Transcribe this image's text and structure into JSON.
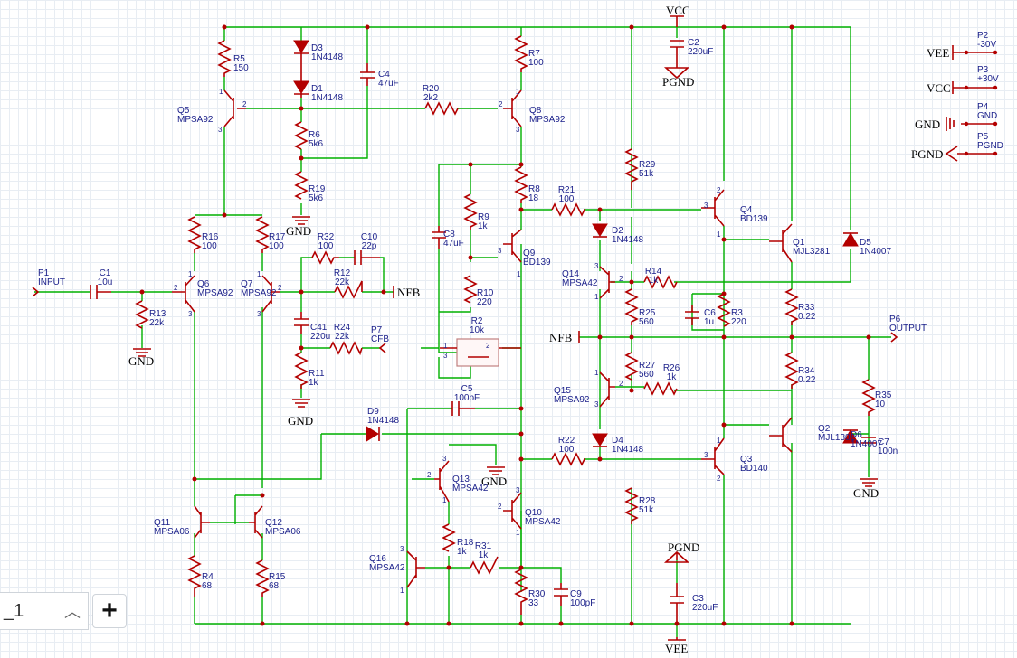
{
  "nets": {
    "vcc_top": "VCC",
    "vee_bottom": "VEE",
    "pgnd_c2": "PGND",
    "pgnd_c3": "PGND",
    "gnd_r19": "GND",
    "gnd_r13": "GND",
    "gnd_r11": "GND",
    "gnd_q13": "GND",
    "gnd_c7": "GND",
    "nfb_r12": "NFB",
    "nfb_mid": "NFB"
  },
  "ports": {
    "vee": "VEE",
    "vcc": "VCC",
    "gnd": "GND",
    "pgnd": "PGND",
    "p2_ref": "P2",
    "p2_val": "-30V",
    "p3_ref": "P3",
    "p3_val": "+30V",
    "p4_ref": "P4",
    "p4_val": "GND",
    "p5_ref": "P5",
    "p5_val": "PGND",
    "p1_ref": "P1",
    "p1_val": "INPUT",
    "p6_ref": "P6",
    "p6_val": "OUTPUT",
    "p7_ref": "P7",
    "p7_val": "CFB"
  },
  "parts": {
    "R5": [
      "R5",
      "150"
    ],
    "D3": [
      "D3",
      "1N4148"
    ],
    "D1": [
      "D1",
      "1N4148"
    ],
    "C4": [
      "C4",
      "47uF"
    ],
    "R20": [
      "R20",
      "2k2"
    ],
    "R7": [
      "R7",
      "100"
    ],
    "C2": [
      "C2",
      "220uF"
    ],
    "Q5": [
      "Q5",
      "MPSA92"
    ],
    "Q8": [
      "Q8",
      "MPSA92"
    ],
    "R6": [
      "R6",
      "5k6"
    ],
    "R19": [
      "R19",
      "5k6"
    ],
    "R29": [
      "R29",
      "51k"
    ],
    "R8": [
      "R8",
      "18"
    ],
    "R21": [
      "R21",
      "100"
    ],
    "R9": [
      "R9",
      "1k"
    ],
    "C8": [
      "C8",
      "47uF"
    ],
    "Q4": [
      "Q4",
      "BD139"
    ],
    "Q9": [
      "Q9",
      "BD139"
    ],
    "D2": [
      "D2",
      "1N4148"
    ],
    "Q1": [
      "Q1",
      "MJL3281"
    ],
    "D5": [
      "D5",
      "1N4007"
    ],
    "R16": [
      "R16",
      "100"
    ],
    "R17": [
      "R17",
      "100"
    ],
    "R32": [
      "R32",
      "100"
    ],
    "C10": [
      "C10",
      "22p"
    ],
    "R12": [
      "R12",
      "22k"
    ],
    "R10": [
      "R10",
      "220"
    ],
    "Q14": [
      "Q14",
      "MPSA42"
    ],
    "R14": [
      "R14",
      "1k"
    ],
    "C1": [
      "C1",
      "10u"
    ],
    "Q6": [
      "Q6",
      "MPSA92"
    ],
    "Q7": [
      "Q7",
      "MPSA92"
    ],
    "R13": [
      "R13",
      "22k"
    ],
    "R33": [
      "R33",
      "0.22"
    ],
    "R25": [
      "R25",
      "560"
    ],
    "C6": [
      "C6",
      "1u"
    ],
    "R3": [
      "R3",
      "220"
    ],
    "R2": [
      "R2",
      "10k"
    ],
    "C41": [
      "C41",
      "220u"
    ],
    "R24": [
      "R24",
      "22k"
    ],
    "R11": [
      "R11",
      "1k"
    ],
    "R27": [
      "R27",
      "560"
    ],
    "R26": [
      "R26",
      "1k"
    ],
    "R34": [
      "R34",
      "0.22"
    ],
    "C5": [
      "C5",
      "100pF"
    ],
    "Q15": [
      "Q15",
      "MPSA92"
    ],
    "R35": [
      "R35",
      "10"
    ],
    "D9": [
      "D9",
      "1N4148"
    ],
    "Q2": [
      "Q2",
      "MJL1302"
    ],
    "D6": [
      "D6",
      "1N4007"
    ],
    "C7": [
      "C7",
      "100n"
    ],
    "R22": [
      "R22",
      "100"
    ],
    "D4": [
      "D4",
      "1N4148"
    ],
    "Q3": [
      "Q3",
      "BD140"
    ],
    "Q13": [
      "Q13",
      "MPSA42"
    ],
    "Q11": [
      "Q11",
      "MPSA06"
    ],
    "Q12": [
      "Q12",
      "MPSA06"
    ],
    "Q10": [
      "Q10",
      "MPSA42"
    ],
    "R28": [
      "R28",
      "51k"
    ],
    "R18": [
      "R18",
      "1k"
    ],
    "R31": [
      "R31",
      "1k"
    ],
    "Q16": [
      "Q16",
      "MPSA42"
    ],
    "R4": [
      "R4",
      "68"
    ],
    "R15": [
      "R15",
      "68"
    ],
    "R30": [
      "R30",
      "33"
    ],
    "C9": [
      "C9",
      "100pF"
    ],
    "C3": [
      "C3",
      "220uF"
    ]
  },
  "tabs": {
    "sheet": "_1",
    "add": "+"
  }
}
